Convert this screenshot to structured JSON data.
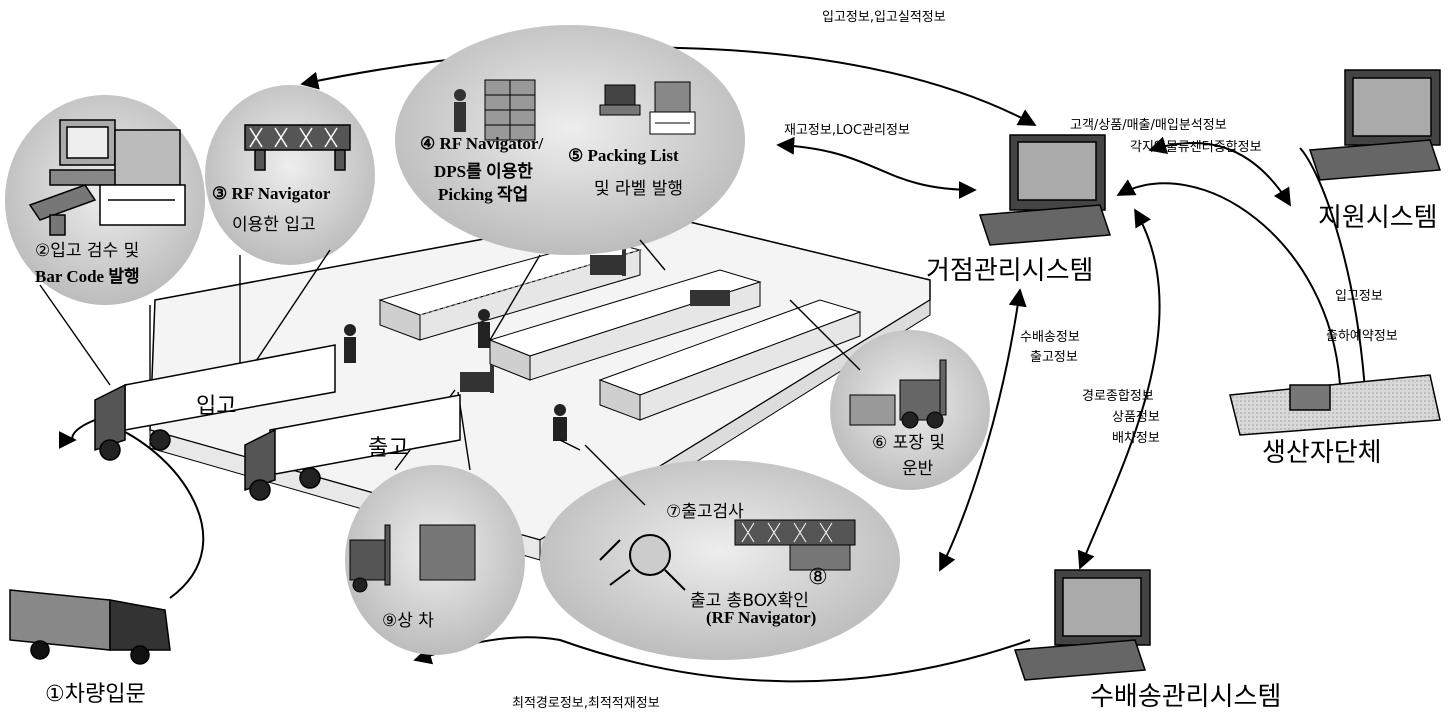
{
  "colors": {
    "ink": "#000000",
    "bubble": "#c8c8c8",
    "bubble_light": "#e4e4e4",
    "floor": "#f2f2f2",
    "box": "#d9d9d9"
  },
  "flows": {
    "top_arc": "입고정보,입고실적정보",
    "inventory": "재고정보,LOC관리정보",
    "analysis_line1": "고객/상품/매출/매입분석정보",
    "analysis_line2": "각지역물류센터종합정보",
    "producer_in": "입고정보",
    "producer_ship": "출하예약정보",
    "dispatch_line1": "수배송정보",
    "dispatch_line2": "출고정보",
    "route_line1": "경로종합정보",
    "route_line2": "상품정보",
    "route_line3": "배차정보",
    "optimal": "최적경로정보,최적적재정보"
  },
  "systems": {
    "hub": "거점관리시스템",
    "support": "지원시스템",
    "transport": "수배송관리시스템",
    "producer": "생산자단체"
  },
  "steps": {
    "s1": "①차량입문",
    "s2_line1": "②입고 검수 및",
    "s2_line2": "Bar Code 발행",
    "s3_line1": "③ RF Navigator",
    "s3_line2": "이용한 입고",
    "s4_line1": "④ RF Navigator/",
    "s4_line2": "DPS를 이용한",
    "s4_line3": "Picking 작업",
    "s5_line1": "⑤ Packing List",
    "s5_line2": "및 라벨 발행",
    "s6_line1": "⑥ 포장 및",
    "s6_line2": "운반",
    "s7": "⑦출고검사",
    "s8_num": "⑧",
    "s8_line1": "출고 총BOX확인",
    "s8_line2": "(RF Navigator)",
    "s9": "⑨상 차"
  },
  "trucks": {
    "inbound": "입고",
    "outbound": "출고"
  },
  "icons": [
    "computer-terminal-icon",
    "label-printer-icon",
    "barcode-scanner-icon",
    "rack-shelf-icon",
    "worker-icon",
    "forklift-icon",
    "delivery-truck-icon",
    "factory-icon",
    "magnifier-icon"
  ]
}
